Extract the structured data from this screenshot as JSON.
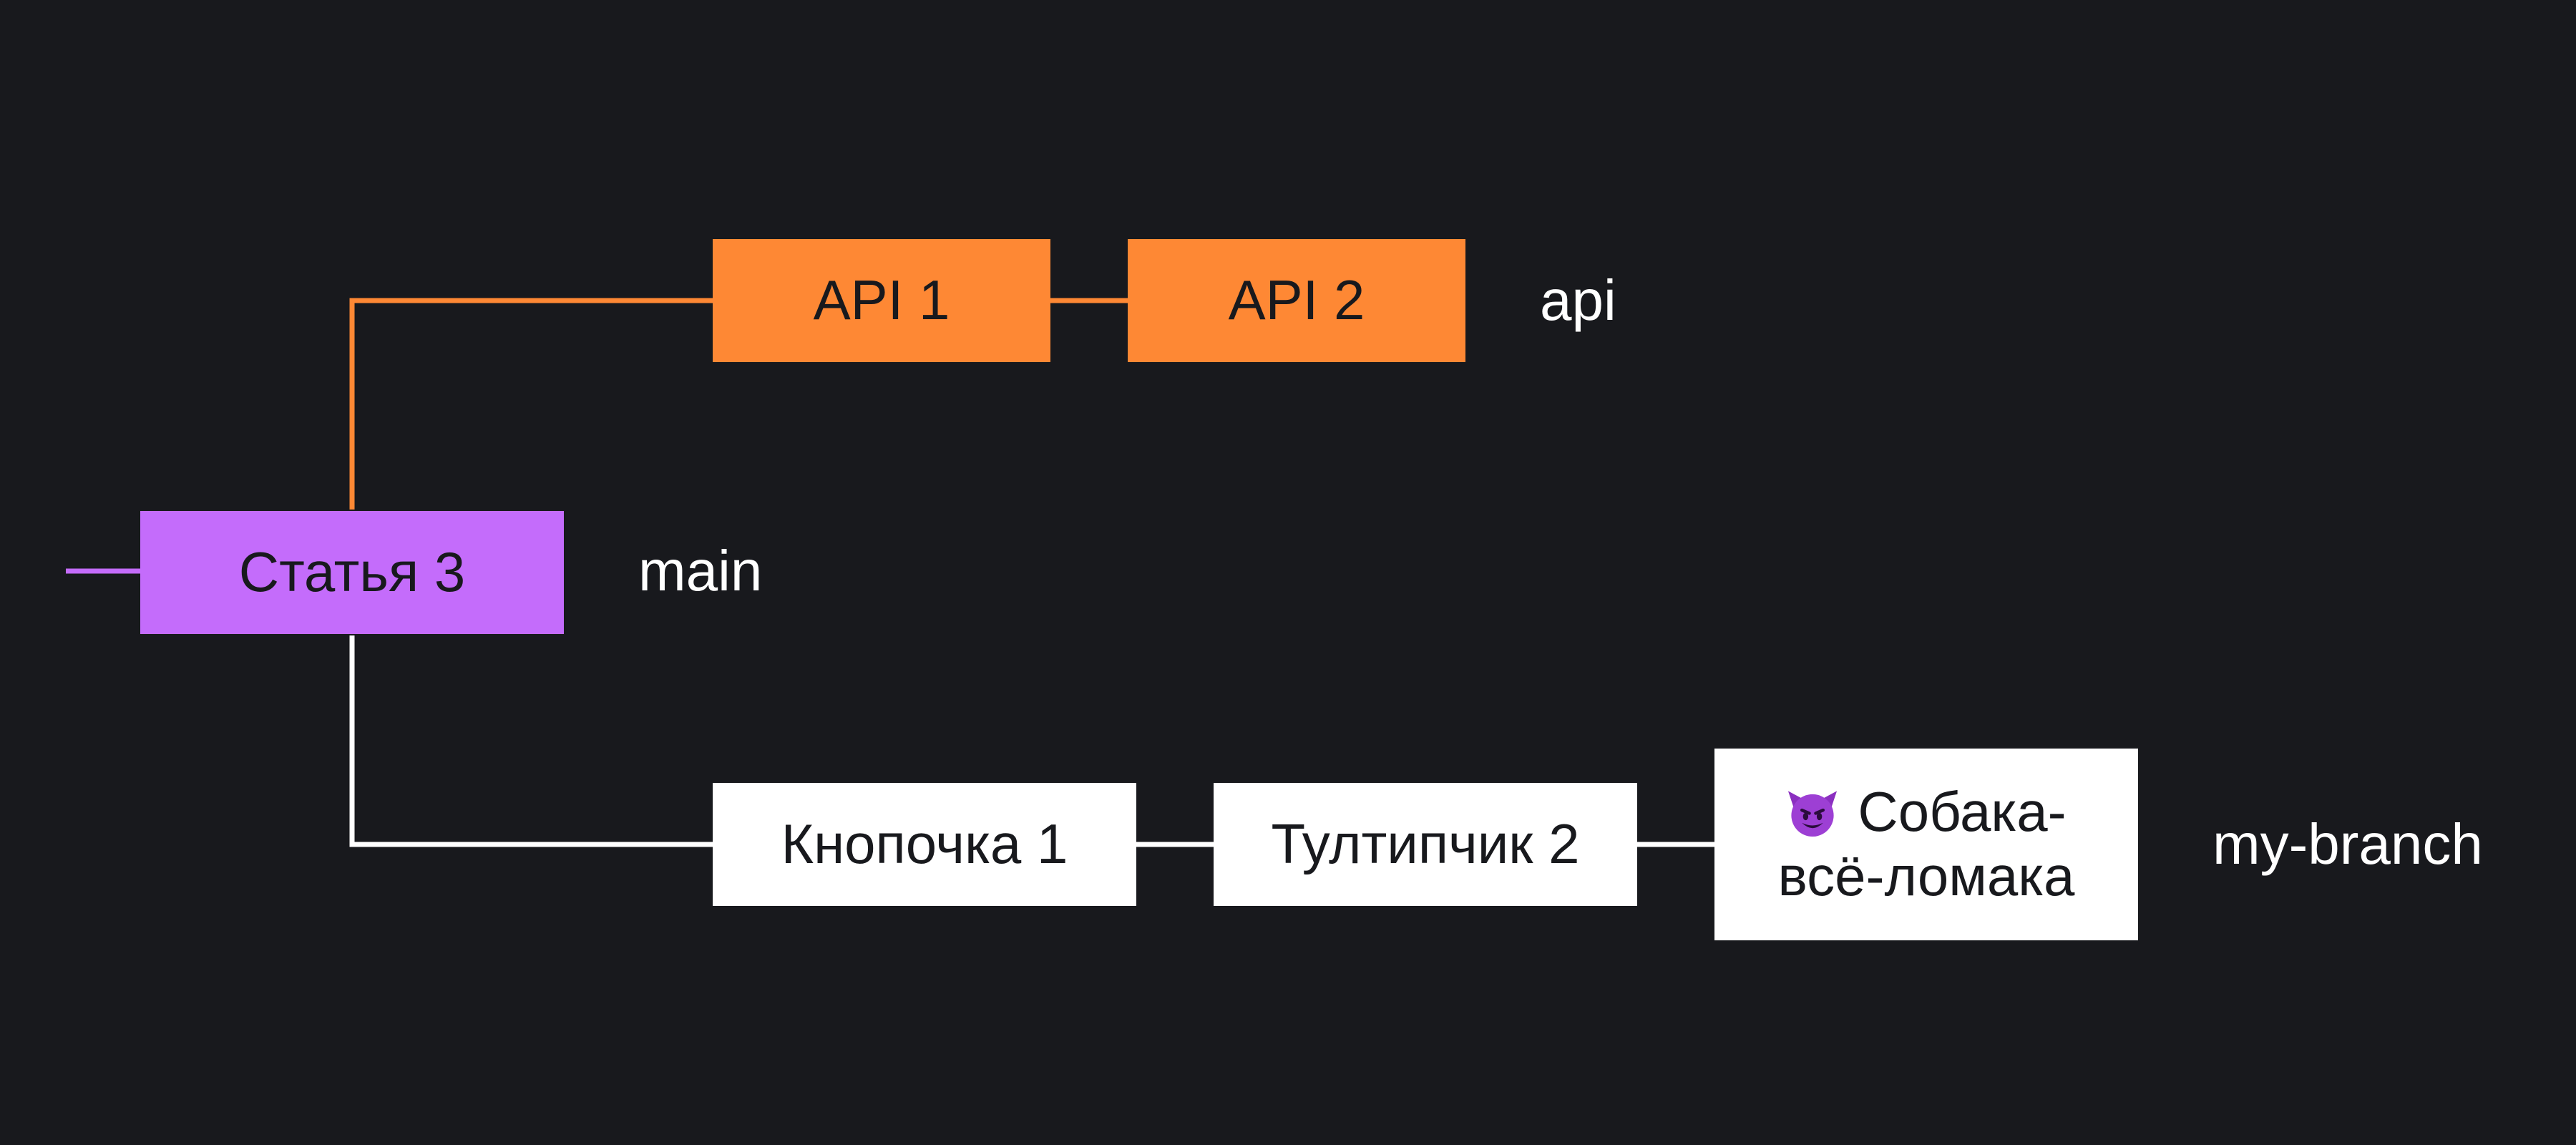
{
  "diagram": {
    "nodes": {
      "main_commit": {
        "label": "Статья 3"
      },
      "api_1": {
        "label": "API 1"
      },
      "api_2": {
        "label": "API 2"
      },
      "feature_1": {
        "label": "Кнопочка 1"
      },
      "feature_2": {
        "label": "Тултипчик 2"
      },
      "feature_3": {
        "icon": "smiling-devil-icon",
        "label_line1": "Собака-",
        "label_line2": "всё-ломака"
      }
    },
    "branches": {
      "api": "api",
      "main": "main",
      "feature": "my-branch"
    },
    "colors": {
      "background": "#18191d",
      "main": "#c46cfb",
      "api": "#fe8834",
      "feature": "#ffffff"
    }
  }
}
